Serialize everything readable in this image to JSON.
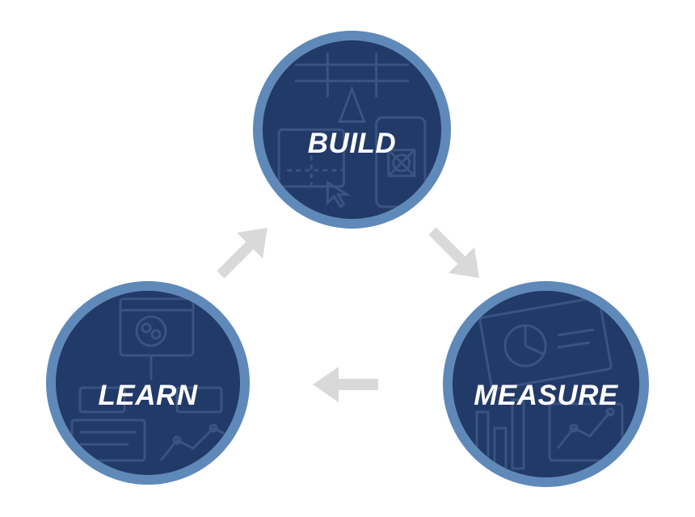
{
  "diagram": {
    "nodes": [
      {
        "id": "build",
        "label": "BUILD"
      },
      {
        "id": "measure",
        "label": "MEASURE"
      },
      {
        "id": "learn",
        "label": "LEARN"
      }
    ],
    "edges": [
      {
        "from": "build",
        "to": "measure"
      },
      {
        "from": "measure",
        "to": "learn"
      },
      {
        "from": "learn",
        "to": "build"
      }
    ],
    "colors": {
      "node_fill": "#223a68",
      "node_ring": "#5f89b8",
      "label_text": "#ffffff",
      "arrow": "#d9d9d9",
      "background": "#ffffff",
      "icon_line": "#3a5380"
    }
  }
}
